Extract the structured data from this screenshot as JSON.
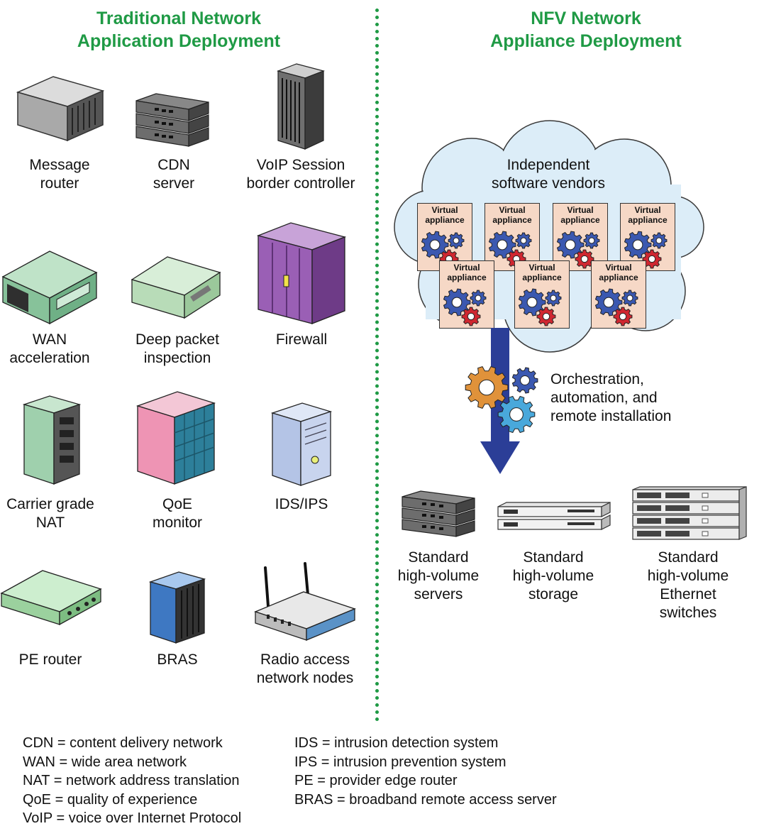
{
  "headings": {
    "traditional": [
      "Traditional Network",
      "Application Deployment"
    ],
    "nfv": [
      "NFV Network",
      "Appliance Deployment"
    ]
  },
  "devices": [
    {
      "id": "message-router",
      "label": [
        "Message",
        "router"
      ],
      "icon": "rack-chassis-icon"
    },
    {
      "id": "cdn-server",
      "label": [
        "CDN",
        "server"
      ],
      "icon": "stacked-server-icon"
    },
    {
      "id": "voip-sbc",
      "label": [
        "VoIP Session",
        "border controller"
      ],
      "icon": "tower-server-icon"
    },
    {
      "id": "wan-acceleration",
      "label": [
        "WAN",
        "acceleration"
      ],
      "icon": "appliance-box-icon"
    },
    {
      "id": "deep-packet-inspection",
      "label": [
        "Deep packet",
        "inspection"
      ],
      "icon": "rack-unit-icon"
    },
    {
      "id": "firewall",
      "label": [
        "Firewall"
      ],
      "icon": "cabinet-icon"
    },
    {
      "id": "carrier-grade-nat",
      "label": [
        "Carrier grade",
        "NAT"
      ],
      "icon": "tall-rack-icon"
    },
    {
      "id": "qoe-monitor",
      "label": [
        "QoE",
        "monitor"
      ],
      "icon": "locker-cabinet-icon"
    },
    {
      "id": "ids-ips",
      "label": [
        "IDS/IPS"
      ],
      "icon": "desktop-tower-icon"
    },
    {
      "id": "pe-router",
      "label": [
        "PE router"
      ],
      "icon": "flat-router-icon"
    },
    {
      "id": "bras",
      "label": [
        "BRAS"
      ],
      "icon": "blade-box-icon"
    },
    {
      "id": "radio-access",
      "label": [
        "Radio access",
        "network nodes"
      ],
      "icon": "wireless-router-icon"
    }
  ],
  "cloud": {
    "label": [
      "Independent",
      "software vendors"
    ],
    "appliance_label": [
      "Virtual",
      "appliance"
    ],
    "appliance_count": 7
  },
  "orchestration": [
    "Orchestration,",
    "automation, and",
    "remote installation"
  ],
  "standard_hardware": [
    {
      "id": "servers",
      "label": [
        "Standard",
        "high-volume",
        "servers"
      ],
      "icon": "server-stack-icon"
    },
    {
      "id": "storage",
      "label": [
        "Standard",
        "high-volume",
        "storage"
      ],
      "icon": "storage-array-icon"
    },
    {
      "id": "switches",
      "label": [
        "Standard",
        "high-volume",
        "Ethernet",
        "switches"
      ],
      "icon": "ethernet-switch-icon"
    }
  ],
  "legend_left": [
    "CDN = content delivery network",
    "WAN = wide area network",
    "NAT = network address translation",
    "QoE = quality of experience",
    "VoIP = voice over Internet Protocol"
  ],
  "legend_right": [
    "IDS = intrusion detection system",
    "IPS = intrusion prevention system",
    "PE = provider edge router",
    "BRAS = broadband remote access server"
  ],
  "colors": {
    "heading": "#1f9a45",
    "cloud_fill": "#dcedf8",
    "appliance_fill": "#f6d8c6",
    "arrow": "#2b3e97"
  }
}
